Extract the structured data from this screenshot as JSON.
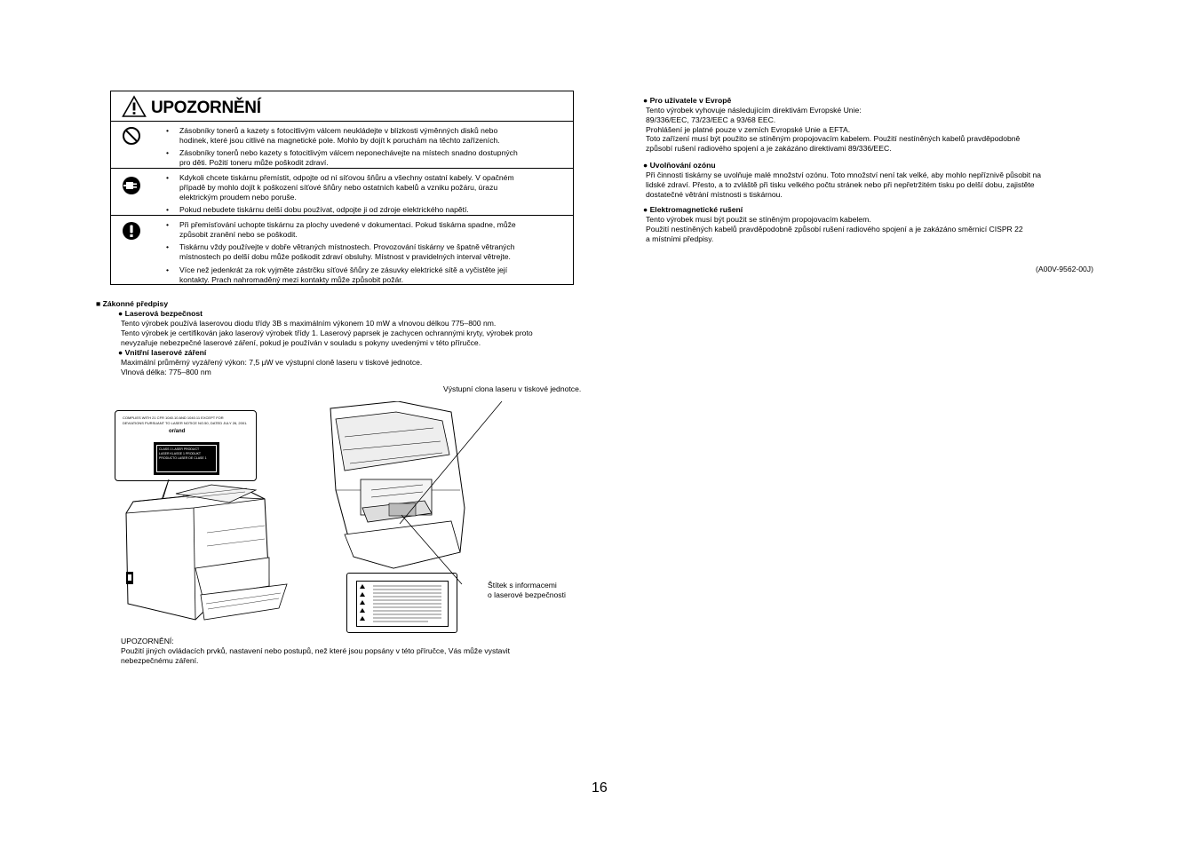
{
  "caution": {
    "title": "UPOZORNĚNÍ",
    "groups": [
      {
        "icon": "prohibition-icon",
        "items": [
          {
            "lines": [
              "Zásobníky tonerů a kazety s fotocitlivým válcem neukládejte v blízkosti výměnných disků nebo",
              "hodinek, které jsou citlivé na magnetické pole. Mohlo by dojít k poruchám na těchto zařízeních."
            ]
          },
          {
            "lines": [
              "Zásobníky tonerů nebo kazety s fotocitlivým válcem neponechávejte na místech snadno dostupných",
              "pro děti. Požití toneru může poškodit zdraví."
            ]
          }
        ]
      },
      {
        "icon": "unplug-icon",
        "items": [
          {
            "lines": [
              "Kdykoli chcete tiskárnu přemístit, odpojte od ní síťovou šňůru a všechny ostatní kabely. V opačném",
              "případě by mohlo dojít k poškození síťové šňůry nebo ostatních kabelů a vzniku požáru, úrazu",
              "elektrickým proudem nebo poruše."
            ]
          },
          {
            "lines": [
              "Pokud nebudete tiskárnu delší dobu používat, odpojte ji od zdroje elektrického napětí."
            ]
          }
        ]
      },
      {
        "icon": "exclamation-icon",
        "items": [
          {
            "lines": [
              "Při přemísťování uchopte tiskárnu za plochy uvedené v dokumentaci. Pokud tiskárna spadne, může",
              "způsobit zranění nebo se poškodit."
            ]
          },
          {
            "lines": [
              "Tiskárnu vždy používejte v dobře větraných místnostech. Provozování tiskárny ve špatně větraných",
              "místnostech po delší dobu může poškodit zdraví obsluhy. Místnost v pravidelných interval větrejte."
            ]
          },
          {
            "lines": [
              "Více než jedenkrát za rok vyjměte zástrčku síťové šňůry ze zásuvky elektrické sítě a vyčistěte její",
              "kontakty. Prach nahromaděný mezi kontakty může způsobit požár."
            ]
          }
        ]
      }
    ]
  },
  "regulations": {
    "heading": "■ Zákonné předpisy",
    "laser_heading": "● Laserová bezpečnost",
    "laser_lines": [
      "Tento výrobek používá laserovou diodu třídy 3B s maximálním výkonem 10 mW a vlnovou délkou 775–800 nm.",
      "Tento výrobek je certifikován jako laserový výrobek třídy 1. Laserový paprsek je zachycen ochrannými kryty, výrobek proto",
      "nevyzařuje nebezpečné laserové záření, pokud je používán v souladu s pokyny uvedenými v této příručce."
    ],
    "internal_heading": "● Vnitřní laserové záření",
    "internal_lines": [
      "Maximální průměrný vyzářený výkon: 7,5 µW ve výstupní cloně laseru v tiskové jednotce.",
      "Vlnová délka: 775–800 nm"
    ]
  },
  "figure": {
    "aperture_callout": "Výstupní clona laseru v tiskové jednotce.",
    "label_callout_1": "Štítek s informacemi",
    "label_callout_2": "o laserové bezpečnosti",
    "label_text_1": "COMPLIES WITH 21 CFR 1040.10 AND 1040.11 EXCEPT FOR",
    "label_text_2": "DEVIATIONS PURSUANT TO LASER NOTICE NO.50, DATED JULY 26, 2001.",
    "label_text_3": "or/and",
    "class_label": [
      "CLASS 1 LASER PRODUCT",
      "LASER KLASSE 1 PRODUKT",
      "PRODUCTO LASER DE CLASE 1"
    ]
  },
  "warning": {
    "label": "UPOZORNĚNÍ:",
    "lines": [
      "Použití jiných ovládacích prvků, nastavení nebo postupů, než které jsou popsány v této příručce, Vás může vystavit",
      "nebezpečnému záření."
    ]
  },
  "right": {
    "europe_heading": "● Pro uživatele v Evropě",
    "europe_lines": [
      "Tento výrobek vyhovuje následujícím direktivám Evropské Unie:",
      "89/336/EEC, 73/23/EEC a 93/68 EEC.",
      "Prohlášení je platné pouze v zemích Evropské Unie a EFTA.",
      "Toto zařízení musí být použito se stíněným propojovacím kabelem. Použití nestíněných kabelů pravděpodobně",
      "způsobí rušení radiového spojení a je zakázáno direktivami 89/336/EEC."
    ],
    "ozone_heading": "● Uvolňování ozónu",
    "ozone_lines": [
      "Při činnosti tiskárny se uvolňuje malé množství ozónu. Toto množství není tak velké, aby mohlo nepříznivě působit na",
      "lidské zdraví. Přesto, a to zvláště při tisku velkého počtu stránek nebo při nepřetržitém tisku po delší dobu, zajistěte",
      "dostatečné větrání místnosti s tiskárnou."
    ],
    "emc_heading": "● Elektromagnetické rušení",
    "emc_lines": [
      "Tento výrobek musí být použit se stíněným propojovacím kabelem.",
      "Použití nestíněných kabelů pravděpodobně způsobí rušení radiového spojení a je zakázáno směrnicí CISPR 22",
      "a místními předpisy."
    ],
    "doc_code": "(A00V-9562-00J)"
  },
  "page_number": "16"
}
